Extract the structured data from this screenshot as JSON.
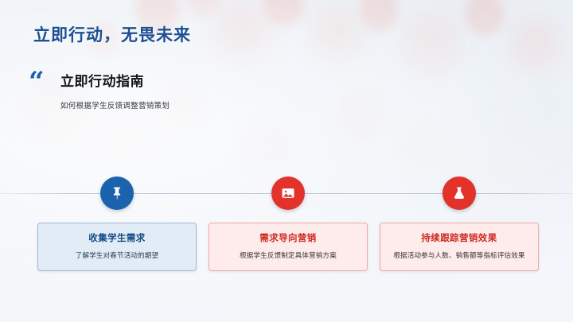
{
  "slide": {
    "title": "立即行动，无畏未来",
    "quote": {
      "mark": "“",
      "heading": "立即行动指南",
      "subtitle": "如何根据学生反馈调整营销策划"
    },
    "timeline": [
      {
        "icon": "pin-icon",
        "icon_color": "#1c63ad",
        "title": "收集学生需求",
        "description": "了解学生对春节活动的期望"
      },
      {
        "icon": "image-icon",
        "icon_color": "#e2322a",
        "title": "需求导向营销",
        "description": "根据学生反馈制定具体营销方案"
      },
      {
        "icon": "flask-icon",
        "icon_color": "#e2322a",
        "title": "持续跟踪营销效果",
        "description": "根据活动参与人数、销售额等指标评估效果"
      }
    ]
  }
}
